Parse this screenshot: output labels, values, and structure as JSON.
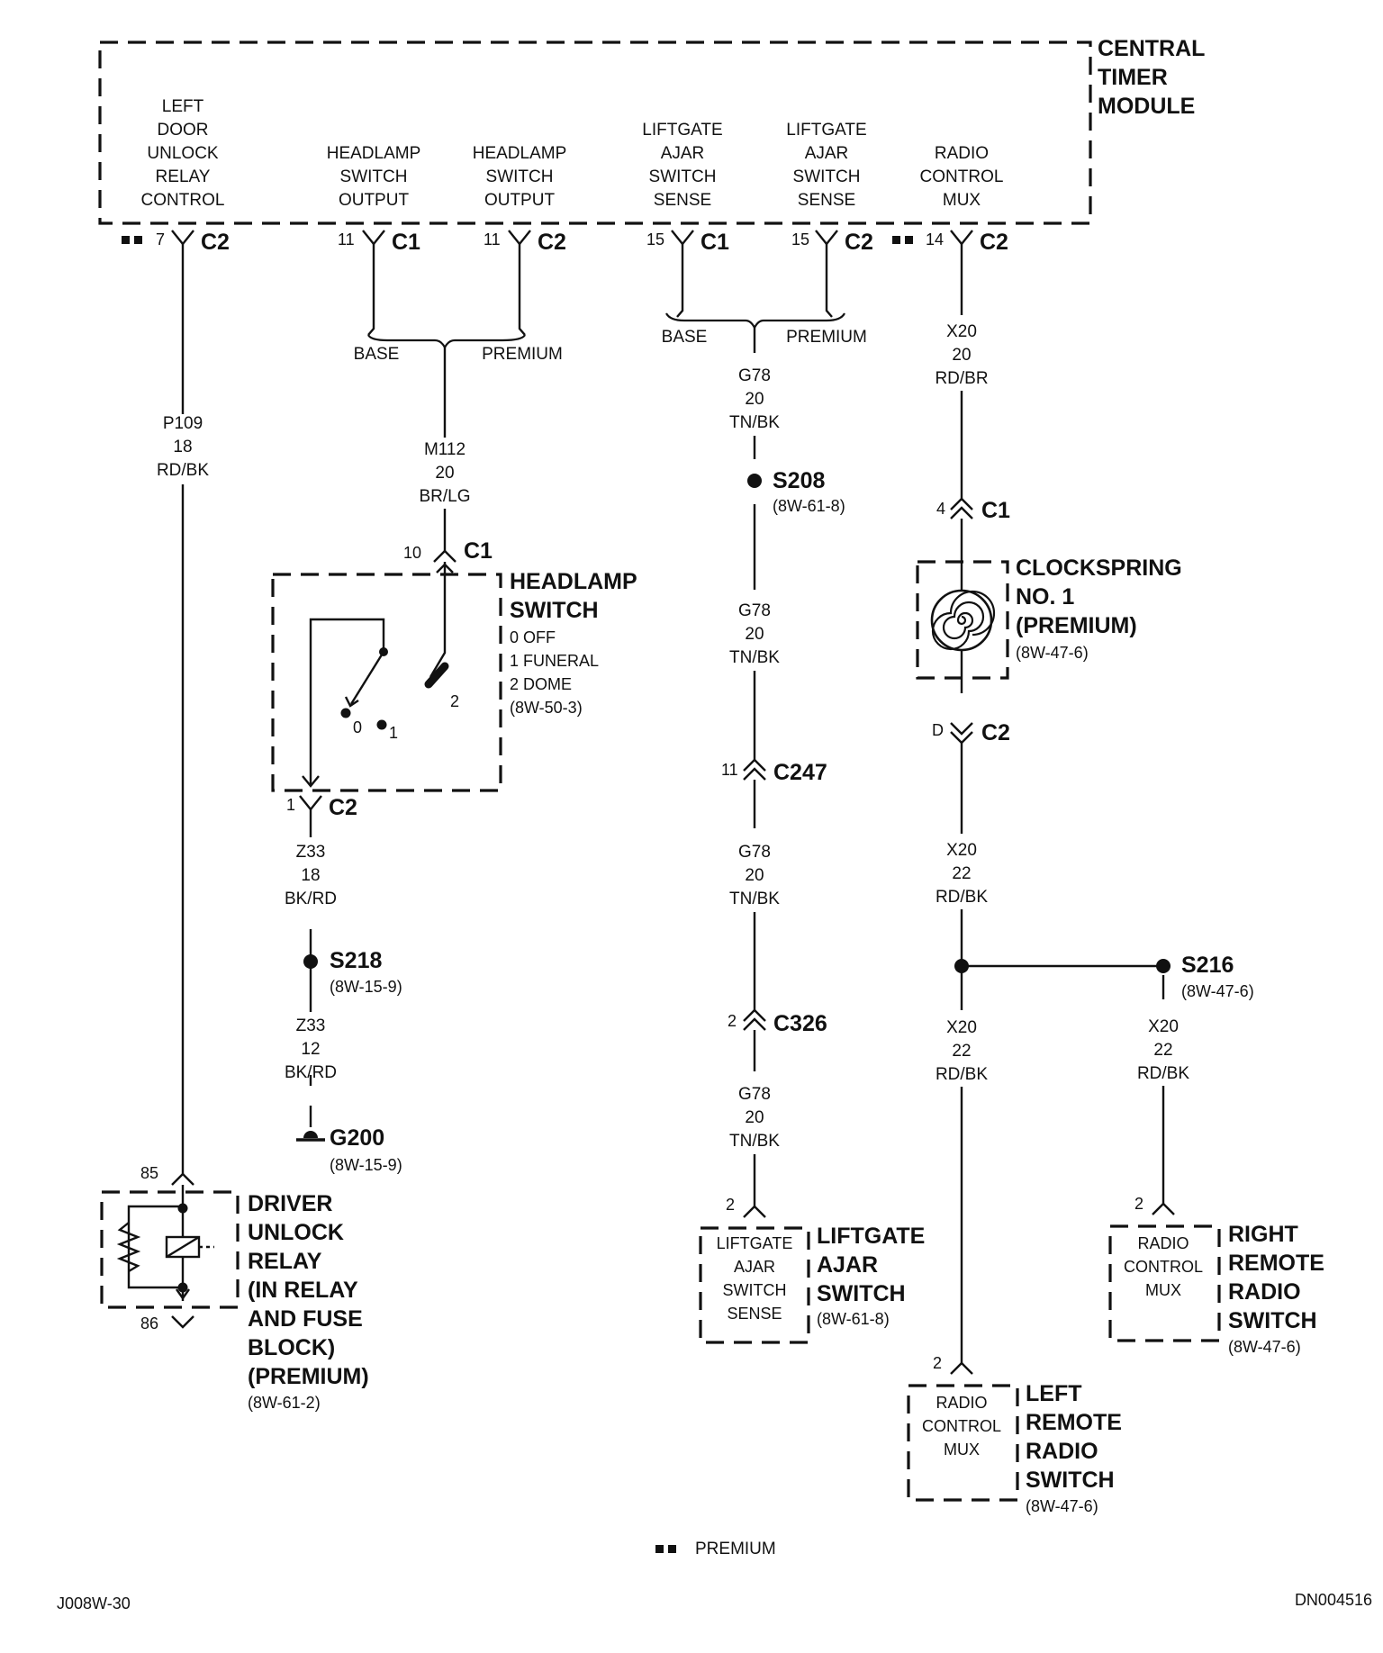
{
  "module": {
    "title": [
      "CENTRAL",
      "TIMER",
      "MODULE"
    ],
    "pins": [
      {
        "lines": [
          "LEFT",
          "DOOR",
          "UNLOCK",
          "RELAY",
          "CONTROL"
        ]
      },
      {
        "lines": [
          "HEADLAMP",
          "SWITCH",
          "OUTPUT"
        ]
      },
      {
        "lines": [
          "HEADLAMP",
          "SWITCH",
          "OUTPUT"
        ]
      },
      {
        "lines": [
          "LIFTGATE",
          "AJAR",
          "SWITCH",
          "SENSE"
        ]
      },
      {
        "lines": [
          "LIFTGATE",
          "AJAR",
          "SWITCH",
          "SENSE"
        ]
      },
      {
        "lines": [
          "RADIO",
          "CONTROL",
          "MUX"
        ]
      }
    ]
  },
  "connectors": {
    "c1_pin": "7",
    "c1_name": "C2",
    "c2_pin": "11",
    "c2_name": "C1",
    "c3_pin": "11",
    "c3_name": "C2",
    "c4_pin": "15",
    "c4_name": "C1",
    "c5_pin": "15",
    "c5_name": "C2",
    "c6_pin": "14",
    "c6_name": "C2"
  },
  "branches": {
    "headlamp_base": "BASE",
    "headlamp_premium": "PREMIUM",
    "liftgate_base": "BASE",
    "liftgate_premium": "PREMIUM"
  },
  "wires": {
    "p109": [
      "P109",
      "18",
      "RD/BK"
    ],
    "m112": [
      "M112",
      "20",
      "BR/LG"
    ],
    "g78_a": [
      "G78",
      "20",
      "TN/BK"
    ],
    "g78_b": [
      "G78",
      "20",
      "TN/BK"
    ],
    "g78_c": [
      "G78",
      "20",
      "TN/BK"
    ],
    "g78_d": [
      "G78",
      "20",
      "TN/BK"
    ],
    "x20_a": [
      "X20",
      "20",
      "RD/BR"
    ],
    "x20_b": [
      "X20",
      "22",
      "RD/BK"
    ],
    "x20_c": [
      "X20",
      "22",
      "RD/BK"
    ],
    "x20_d": [
      "X20",
      "22",
      "RD/BK"
    ],
    "z33_a": [
      "Z33",
      "18",
      "BK/RD"
    ],
    "z33_b": [
      "Z33",
      "12",
      "BK/RD"
    ]
  },
  "headlamp_switch": {
    "title": [
      "HEADLAMP",
      "SWITCH"
    ],
    "modes": [
      "0 OFF",
      "1 FUNERAL",
      "2 DOME"
    ],
    "ref": "(8W-50-3)",
    "in_pin": "10",
    "in_conn": "C1",
    "out_pin": "1",
    "out_conn": "C2",
    "pos0": "0",
    "pos1": "1",
    "pos2": "2"
  },
  "splices": {
    "s208": {
      "name": "S208",
      "ref": "(8W-61-8)"
    },
    "s218": {
      "name": "S218",
      "ref": "(8W-15-9)"
    },
    "s216": {
      "name": "S216",
      "ref": "(8W-47-6)"
    },
    "g200": {
      "name": "G200",
      "ref": "(8W-15-9)"
    }
  },
  "inline_connectors": {
    "c247": {
      "pin": "11",
      "name": "C247"
    },
    "c326": {
      "pin": "2",
      "name": "C326"
    },
    "cs_c1": {
      "pin": "4",
      "name": "C1"
    },
    "cs_c2": {
      "pin": "D",
      "name": "C2"
    }
  },
  "clockspring": {
    "title": [
      "CLOCKSPRING",
      "NO. 1",
      "(PREMIUM)"
    ],
    "ref": "(8W-47-6)"
  },
  "relay": {
    "title": [
      "DRIVER",
      "UNLOCK",
      "RELAY",
      "(IN RELAY",
      "AND FUSE",
      "BLOCK)",
      "(PREMIUM)"
    ],
    "ref": "(8W-61-2)",
    "pin_top": "85",
    "pin_bottom": "86"
  },
  "liftgate_switch": {
    "pin": "2",
    "inside": [
      "LIFTGATE",
      "AJAR",
      "SWITCH",
      "SENSE"
    ],
    "title": [
      "LIFTGATE",
      "AJAR",
      "SWITCH"
    ],
    "ref": "(8W-61-8)"
  },
  "left_radio_switch": {
    "pin": "2",
    "inside": [
      "RADIO",
      "CONTROL",
      "MUX"
    ],
    "title": [
      "LEFT",
      "REMOTE",
      "RADIO",
      "SWITCH"
    ],
    "ref": "(8W-47-6)"
  },
  "right_radio_switch": {
    "pin": "2",
    "inside": [
      "RADIO",
      "CONTROL",
      "MUX"
    ],
    "title": [
      "RIGHT",
      "REMOTE",
      "RADIO",
      "SWITCH"
    ],
    "ref": "(8W-47-6)"
  },
  "legend": {
    "label": "PREMIUM"
  },
  "footer": {
    "left": "J008W-30",
    "right": "DN004516"
  }
}
